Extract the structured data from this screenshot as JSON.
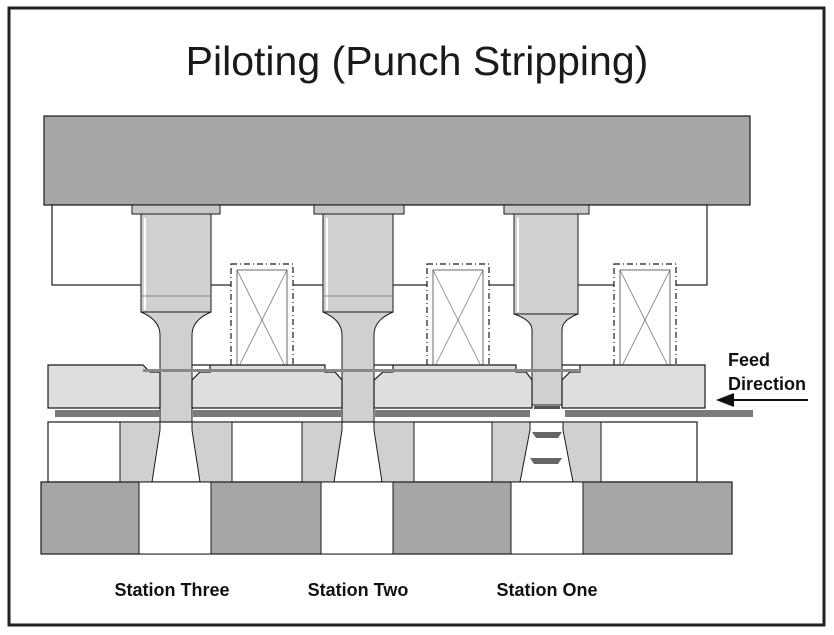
{
  "title": "Piloting (Punch Stripping)",
  "feed_direction": {
    "line1": "Feed",
    "line2": "Direction"
  },
  "stations": [
    {
      "label": "Station Three"
    },
    {
      "label": "Station Two"
    },
    {
      "label": "Station One"
    }
  ],
  "colors": {
    "plate_dark": "#a6a6a6",
    "plate_light": "#dedede",
    "punch": "#d0d0d0",
    "strip": "#7a7a7a",
    "outline": "#1a1a1a",
    "border": "#222222"
  }
}
